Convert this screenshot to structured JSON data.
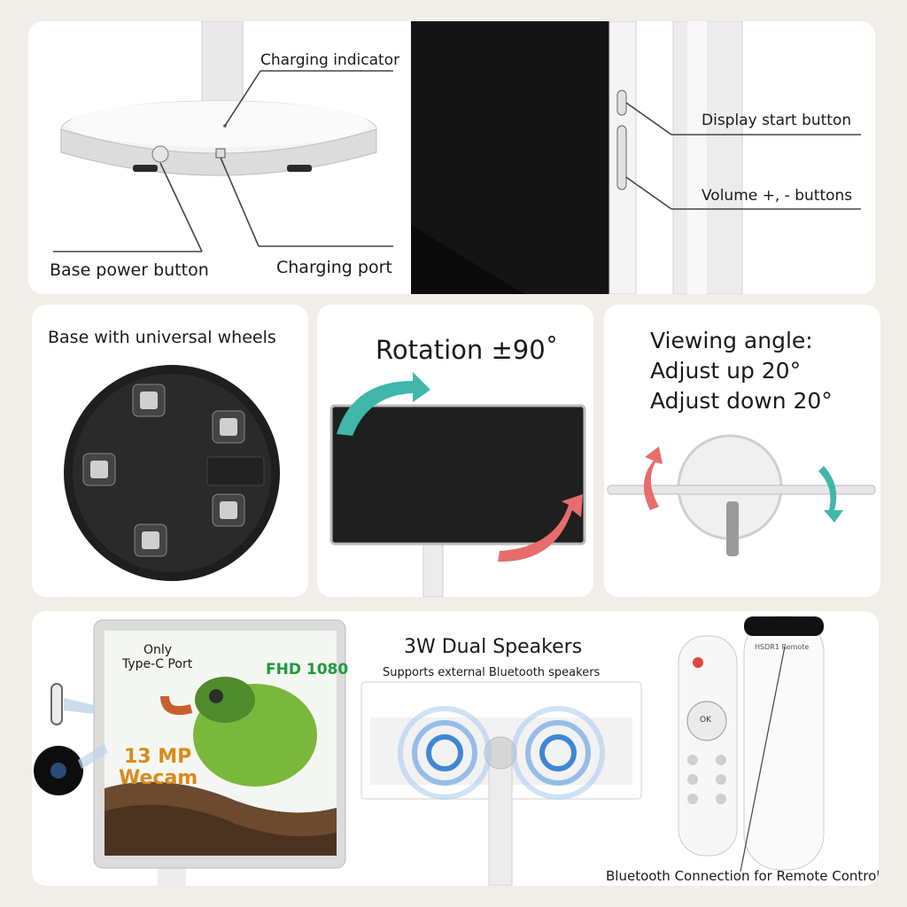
{
  "panel1": {
    "charging_indicator": "Charging indicator",
    "base_power_button": "Base power button",
    "charging_port": "Charging port",
    "display_start_button": "Display start button",
    "volume_buttons": "Volume +, - buttons"
  },
  "panel2": {
    "title": "Base with universal wheels"
  },
  "panel3": {
    "title": "Rotation ±90˚"
  },
  "panel4": {
    "line1": "Viewing angle:",
    "line2": "Adjust up 20°",
    "line3": "Adjust down 20°"
  },
  "panel5": {
    "only": "Only",
    "type_c": "Type-C Port",
    "fhd": "FHD 1080",
    "camera_line1": "13 MP",
    "camera_line2": "Wecam",
    "speakers_title": "3W Dual Speakers",
    "speakers_sub": "Supports external Bluetooth speakers",
    "remote_caption": "Bluetooth Connection for Remote Control",
    "remote_brand": "HSDR1 Remote",
    "remote_ok": "OK"
  },
  "colors": {
    "teal": "#3fb7aa",
    "coral": "#e86c6c",
    "fhd_green": "#1e9a3a",
    "wecam_orange": "#d98a1c"
  }
}
